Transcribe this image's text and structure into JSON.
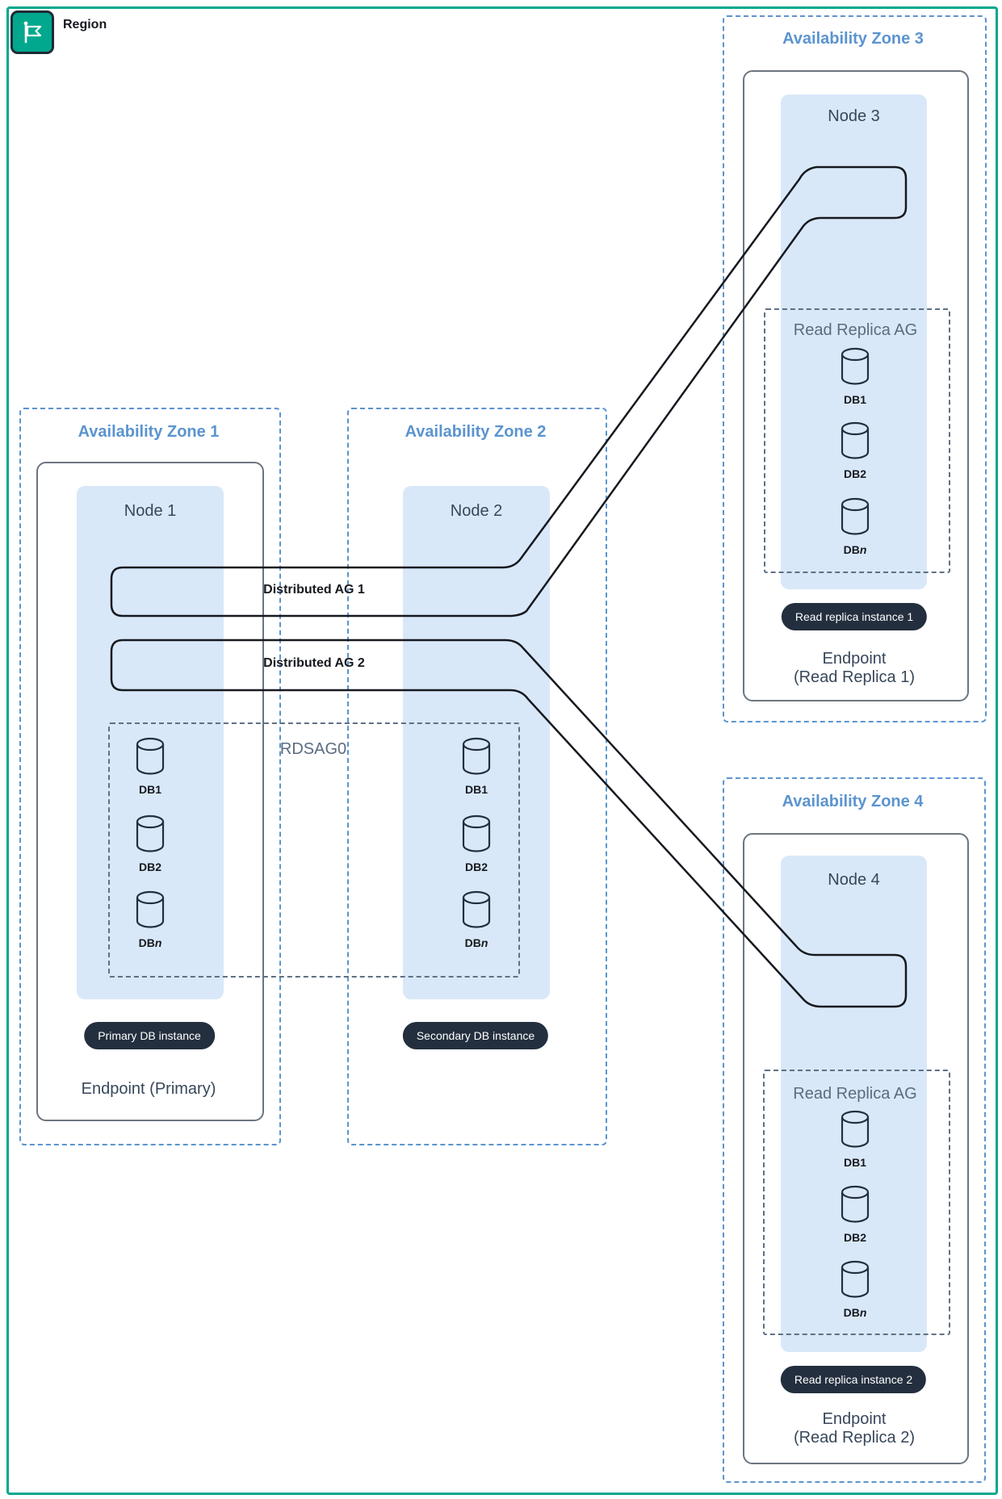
{
  "region": {
    "label": "Region"
  },
  "ag": {
    "ag1": "Distributed AG 1",
    "ag2": "Distributed AG 2",
    "rdsag": "RDSAG0"
  },
  "db_labels": {
    "db1": "DB1",
    "db2": "DB2",
    "dbn_prefix": "DB",
    "dbn_suffix": "n"
  },
  "zones": {
    "az1": {
      "title": "Availability Zone 1",
      "node": "Node 1",
      "badge": "Primary DB instance",
      "endpoint": "Endpoint (Primary)"
    },
    "az2": {
      "title": "Availability Zone 2",
      "node": "Node 2",
      "badge": "Secondary DB instance"
    },
    "az3": {
      "title": "Availability Zone 3",
      "node": "Node 3",
      "group": "Read Replica AG",
      "badge": "Read replica instance 1",
      "endpoint_line1": "Endpoint",
      "endpoint_line2": "(Read Replica 1)"
    },
    "az4": {
      "title": "Availability Zone 4",
      "node": "Node 4",
      "group": "Read Replica AG",
      "badge": "Read replica instance 2",
      "endpoint_line1": "Endpoint",
      "endpoint_line2": "(Read Replica 2)"
    }
  },
  "colors": {
    "region_border": "#01A88D",
    "az_border": "#5B94CF",
    "node_fill": "#D9E8F9",
    "group_dash": "#5E7084",
    "badge_bg": "#232F3E",
    "pipe_stroke": "#16191F",
    "text_dark": "#16191F",
    "text_slate": "#37475A",
    "group_label": "#5A6C7F"
  }
}
